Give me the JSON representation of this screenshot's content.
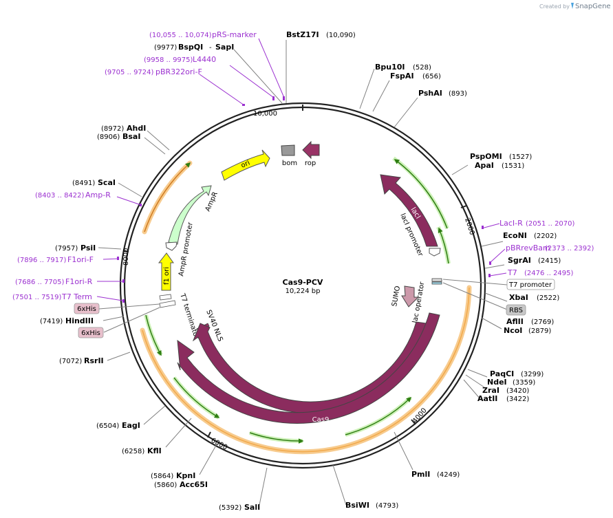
{
  "plasmid": {
    "name": "Cas9-PCV",
    "length": "10,224 bp"
  },
  "branding": {
    "created_by": "Created by",
    "brand": "SnapGene"
  },
  "ticks": [
    "10,000",
    "2000",
    "4000",
    "6000",
    "8000"
  ],
  "restriction_sites": [
    {
      "name": "BstZ17I",
      "pos": "(10,090)"
    },
    {
      "name": "Bpu10I",
      "pos": "(528)"
    },
    {
      "name": "FspAI",
      "pos": "(656)"
    },
    {
      "name": "PshAI",
      "pos": "(893)"
    },
    {
      "name": "PspOMI",
      "pos": "(1527)"
    },
    {
      "name": "ApaI",
      "pos": "(1531)"
    },
    {
      "name": "EcoNI",
      "pos": "(2202)"
    },
    {
      "name": "SgrAI",
      "pos": "(2415)"
    },
    {
      "name": "XbaI",
      "pos": "(2522)"
    },
    {
      "name": "AflII",
      "pos": "(2769)"
    },
    {
      "name": "NcoI",
      "pos": "(2879)"
    },
    {
      "name": "PaqCI",
      "pos": "(3299)"
    },
    {
      "name": "NdeI",
      "pos": "(3359)"
    },
    {
      "name": "ZraI",
      "pos": "(3420)"
    },
    {
      "name": "AatII",
      "pos": "(3422)"
    },
    {
      "name": "PmlI",
      "pos": "(4249)"
    },
    {
      "name": "BsiWI",
      "pos": "(4793)"
    },
    {
      "name": "SalI",
      "pos": "(5392)"
    },
    {
      "name": "KpnI",
      "pos": "(5864)"
    },
    {
      "name": "Acc65I",
      "pos": "(5860)"
    },
    {
      "name": "KflI",
      "pos": "(6258)"
    },
    {
      "name": "EagI",
      "pos": "(6504)"
    },
    {
      "name": "RsrII",
      "pos": "(7072)"
    },
    {
      "name": "HindIII",
      "pos": "(7419)"
    },
    {
      "name": "PsiI",
      "pos": "(7957)"
    },
    {
      "name": "ScaI",
      "pos": "(8491)"
    },
    {
      "name": "BsaI",
      "pos": "(8906)"
    },
    {
      "name": "AhdI",
      "pos": "(8972)"
    },
    {
      "name": "BspQI",
      "pos": "(9977)"
    },
    {
      "name": "SapI",
      "pos": ""
    }
  ],
  "primers": [
    {
      "name": "pRS-marker",
      "range": "(10,055 .. 10,074)"
    },
    {
      "name": "L4440",
      "range": "(9958 .. 9975)"
    },
    {
      "name": "pBR322ori-F",
      "range": "(9705 .. 9724)"
    },
    {
      "name": "Amp-R",
      "range": "(8403 .. 8422)"
    },
    {
      "name": "F1ori-F",
      "range": "(7896 .. 7917)"
    },
    {
      "name": "F1ori-R",
      "range": "(7686 .. 7705)"
    },
    {
      "name": "T7 Term",
      "range": "(7501 .. 7519)"
    },
    {
      "name": "LacI-R",
      "range": "(2051 .. 2070)"
    },
    {
      "name": "pBRrevBam",
      "range": "(2373 .. 2392)"
    },
    {
      "name": "T7",
      "range": "(2476 .. 2495)"
    }
  ],
  "boxed_features": [
    "6xHis",
    "6xHis",
    "RBS",
    "T7 promoter"
  ],
  "features": [
    {
      "name": "ori",
      "color": "#ffff00"
    },
    {
      "name": "AmpR",
      "color": "#ccffcc"
    },
    {
      "name": "AmpR promoter",
      "color": "#ffffff"
    },
    {
      "name": "f1 ori",
      "color": "#ffff00"
    },
    {
      "name": "bom",
      "color": "#999999"
    },
    {
      "name": "rop",
      "color": "#993366"
    },
    {
      "name": "lacI",
      "color": "#993366"
    },
    {
      "name": "lacI promoter",
      "color": "#ffffff"
    },
    {
      "name": "lac operator",
      "color": "#ffffff"
    },
    {
      "name": "SUMO",
      "color": "#cc99aa"
    },
    {
      "name": "SV40 NLS",
      "color": "#993366"
    },
    {
      "name": "T7 terminator",
      "color": "#ffffff"
    },
    {
      "name": "Cas9",
      "color": "#993366"
    },
    {
      "name": "Cas9",
      "color": "#993366"
    }
  ],
  "colors": {
    "enzyme_line": "#808080",
    "primer": "#9b30d0",
    "feature_purple": "#8b2c5e",
    "orf_orange": "#f6c27a",
    "orf_green": "#2e7d12",
    "ori_yellow": "#ffff00"
  }
}
